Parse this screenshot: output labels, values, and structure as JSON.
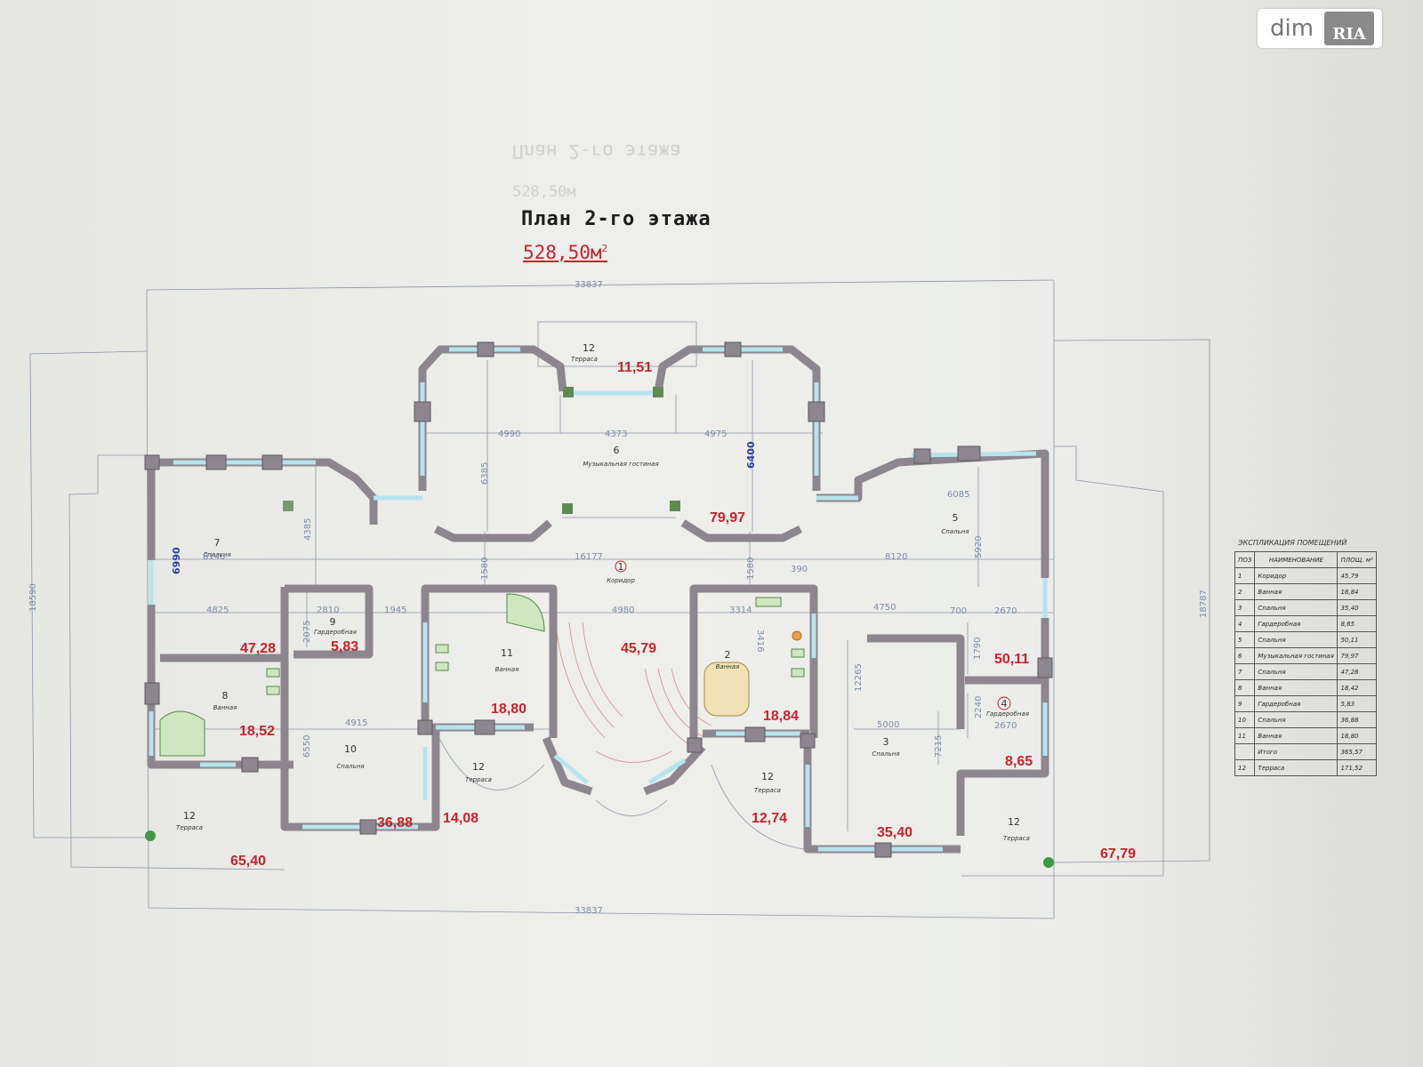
{
  "watermark": {
    "brand": "dim",
    "badge": "RIA"
  },
  "plan": {
    "title": "План 2-го этажа",
    "total_area": "528,50м",
    "total_area_unit_sup": "2"
  },
  "rooms": [
    {
      "num": "1",
      "name": "Коридор",
      "area": "45,79"
    },
    {
      "num": "2",
      "name": "Ванная",
      "area": "18,84"
    },
    {
      "num": "3",
      "name": "Спальня",
      "area": "35,40"
    },
    {
      "num": "4",
      "name": "Гардеробная",
      "area": "8,65"
    },
    {
      "num": "5",
      "name": "Спальня",
      "area": "50,11"
    },
    {
      "num": "6",
      "name": "Музыкальная гостиная",
      "area": "79,97"
    },
    {
      "num": "7",
      "name": "Спальня",
      "area": "47,28"
    },
    {
      "num": "8",
      "name": "Ванная",
      "area": "18,52"
    },
    {
      "num": "9",
      "name": "Гардеробная",
      "area": "5,83"
    },
    {
      "num": "10",
      "name": "Спальня",
      "area": "36,88"
    },
    {
      "num": "11",
      "name": "Ванная",
      "area": "18,80"
    },
    {
      "num": "12",
      "name": "Терраса",
      "area": "11,51"
    },
    {
      "num": "12",
      "name": "Терраса",
      "area": "14,08"
    },
    {
      "num": "12",
      "name": "Терраса",
      "area": "12,74"
    },
    {
      "num": "12",
      "name": "Терраса",
      "area": "65,40"
    },
    {
      "num": "12",
      "name": "Терраса",
      "area": "67,79"
    }
  ],
  "dimensions": {
    "top_overall": "33837",
    "bottom_overall": "33837",
    "left_height": "18590",
    "right_height": "18787",
    "d4990": "4990",
    "d4373": "4373",
    "d4975": "4975",
    "d6385": "6385",
    "d6400": "6400",
    "d6990": "6990",
    "d8140": "8140",
    "d4385": "4385",
    "d16177": "16177",
    "d1580a": "1580",
    "d1580b": "1580",
    "d390": "390",
    "d8120": "8120",
    "d6085": "6085",
    "d5920": "5920",
    "d4825": "4825",
    "d2810": "2810",
    "d1945": "1945",
    "d2075": "2075",
    "d4980": "4980",
    "d3314": "3314",
    "d4750": "4750",
    "d700": "700",
    "d2670a": "2670",
    "d1790": "1790",
    "d4915": "4915",
    "d6550": "6550",
    "d12265": "12265",
    "d5000": "5000",
    "d7215": "7215",
    "d2240": "2240",
    "d2670b": "2670",
    "d3416": "3416"
  },
  "legend": {
    "caption": "ЭКСПЛИКАЦИЯ ПОМЕЩЕНИЙ",
    "headers": [
      "ПОЗ",
      "НАИМЕНОВАНИЕ",
      "ПЛОЩ. м²"
    ],
    "rows": [
      [
        "1",
        "Коридор",
        "45,79"
      ],
      [
        "2",
        "Ванная",
        "18,84"
      ],
      [
        "3",
        "Спальня",
        "35,40"
      ],
      [
        "4",
        "Гардеробная",
        "8,65"
      ],
      [
        "5",
        "Спальня",
        "50,11"
      ],
      [
        "6",
        "Музыкальная гостиная",
        "79,97"
      ],
      [
        "7",
        "Спальня",
        "47,28"
      ],
      [
        "8",
        "Ванная",
        "18,42"
      ],
      [
        "9",
        "Гардеробная",
        "5,83"
      ],
      [
        "10",
        "Спальня",
        "36,88"
      ],
      [
        "11",
        "Ванная",
        "18,80"
      ]
    ],
    "total_label": "Итого",
    "total_value": "365,57",
    "terrace_row": [
      "12",
      "Терраса",
      "171,52"
    ]
  },
  "colors": {
    "walls": "#8d868e",
    "windows": "#b6e4ec",
    "area_text": "#c8222c",
    "dimension_text": "#2b3ca8"
  }
}
